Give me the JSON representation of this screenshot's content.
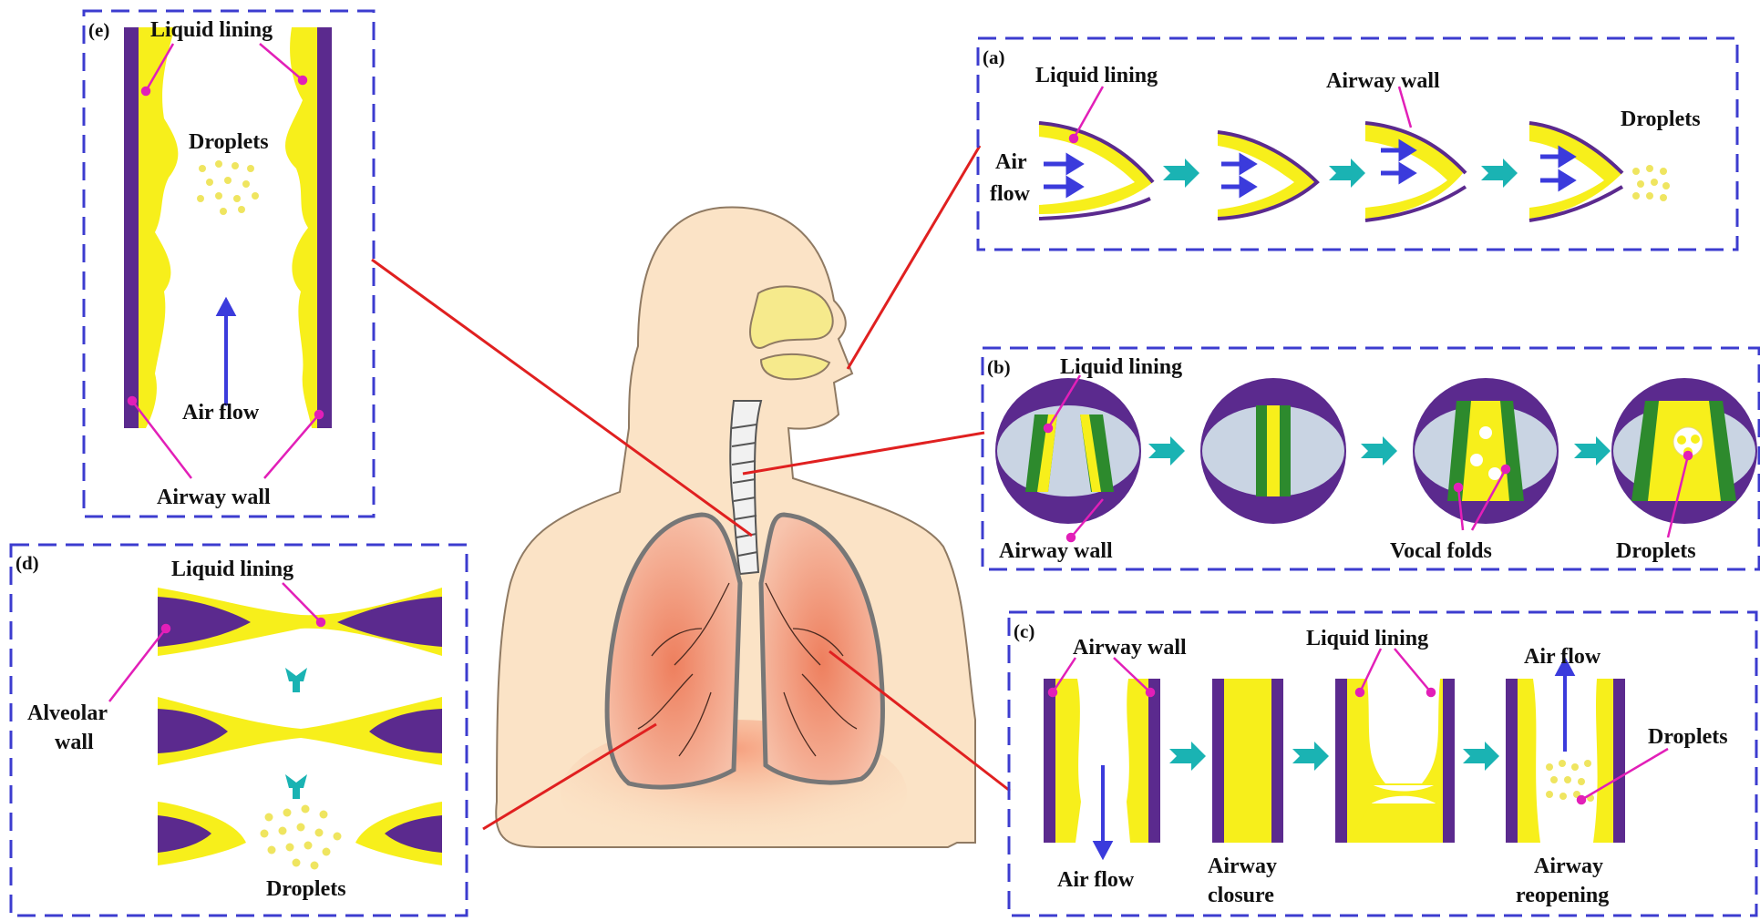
{
  "colors": {
    "wall": "#5b2a8e",
    "liquid": "#f7ef1b",
    "panel_border": "#3c3ccf",
    "airflow_arrow": "#3b3bdc",
    "step_arrow": "#1ab3b3",
    "leader": "#e21fb8",
    "connector": "#e02020",
    "vocal_fold": "#2d8a2d",
    "vocal_space": "#c9d4e3",
    "skin": "#fbe3c6",
    "lung": "#f2a98c"
  },
  "panels": {
    "a": {
      "tag": "(a)",
      "liquid_lining": "Liquid lining",
      "airway_wall": "Airway wall",
      "air": "Air",
      "flow": "flow",
      "droplets": "Droplets"
    },
    "b": {
      "tag": "(b)",
      "liquid_lining": "Liquid lining",
      "airway_wall": "Airway wall",
      "vocal_folds": "Vocal folds",
      "droplets": "Droplets"
    },
    "c": {
      "tag": "(c)",
      "airway_wall": "Airway wall",
      "liquid_lining": "Liquid lining",
      "air_flow_top": "Air flow",
      "droplets": "Droplets",
      "air_flow_bottom": "Air flow",
      "closure_1": "Airway",
      "closure_2": "closure",
      "reopening_1": "Airway",
      "reopening_2": "reopening"
    },
    "d": {
      "tag": "(d)",
      "liquid_lining": "Liquid lining",
      "alveolar_1": "Alveolar",
      "alveolar_2": "wall",
      "droplets": "Droplets"
    },
    "e": {
      "tag": "(e)",
      "liquid_lining": "Liquid lining",
      "droplets": "Droplets",
      "air_flow": "Air flow",
      "airway_wall": "Airway wall"
    }
  }
}
